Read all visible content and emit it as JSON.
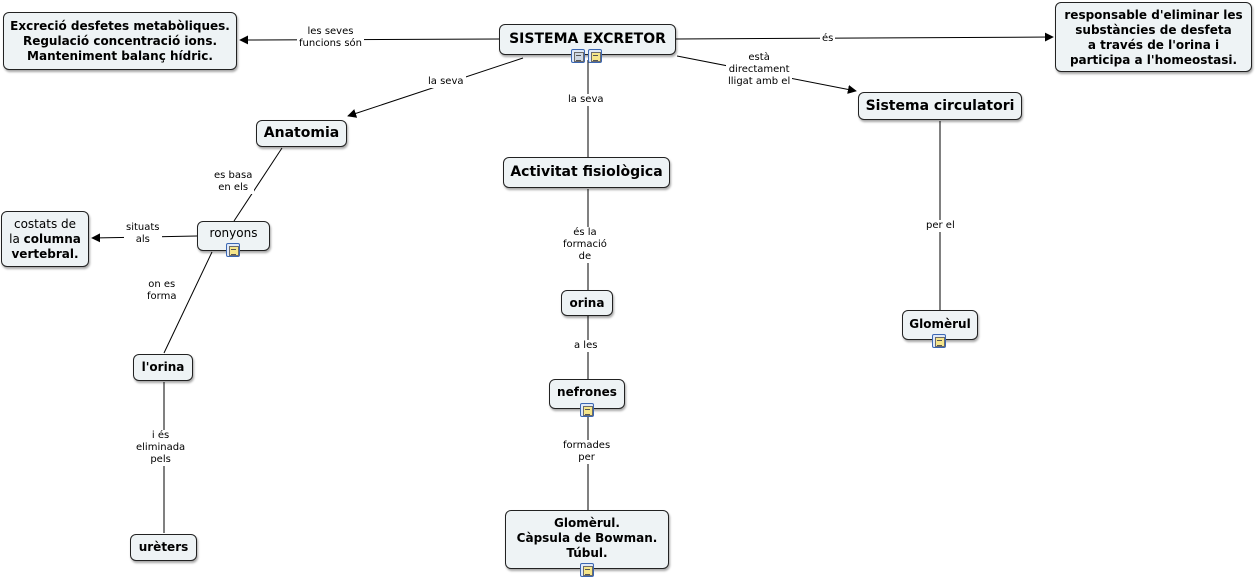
{
  "nodes": {
    "sistema_excretor": "SISTEMA EXCRETOR",
    "funcions": [
      "Excreció desfetes metabòliques.",
      "Regulació concentració ions.",
      "Manteniment balanç hídric."
    ],
    "responsable": [
      "responsable d'eliminar les",
      "substàncies de desfeta",
      "a través de l'orina i",
      "participa a l'homeostasi."
    ],
    "anatomia": "Anatomia",
    "activitat": "Activitat fisiològica",
    "sistema_circulatori": "Sistema circulatori",
    "ronyons": "ronyons",
    "costats": {
      "line1": "costats de",
      "line2_prefix": "la ",
      "line2_bold": "columna",
      "line3_bold": "vertebral."
    },
    "lorina": "l'orina",
    "ureters": "urèters",
    "orina": "orina",
    "nefrones": "nefrones",
    "glomerul": "Glomèrul",
    "parts": [
      "Glomèrul.",
      "Càpsula de Bowman.",
      "Túbul."
    ]
  },
  "links": {
    "les_seves_funcions": [
      "les seves",
      "funcions són"
    ],
    "es": "és",
    "la_seva_1": "la seva",
    "la_seva_2": "la seva",
    "esta_lligat": [
      "està",
      "directament",
      "lligat amb el"
    ],
    "es_basa": [
      "es basa",
      "en els"
    ],
    "situats": [
      "situats",
      "als"
    ],
    "on_es_forma": [
      "on es",
      "forma"
    ],
    "i_es_eliminada": [
      "i és",
      "eliminada",
      "pels"
    ],
    "es_la_formacio": [
      "és la",
      "formació",
      "de"
    ],
    "a_les": "a les",
    "formades_per": [
      "formades",
      "per"
    ],
    "per_el": "per el"
  },
  "icons": [
    "concept-map-icon",
    "document-icon"
  ]
}
